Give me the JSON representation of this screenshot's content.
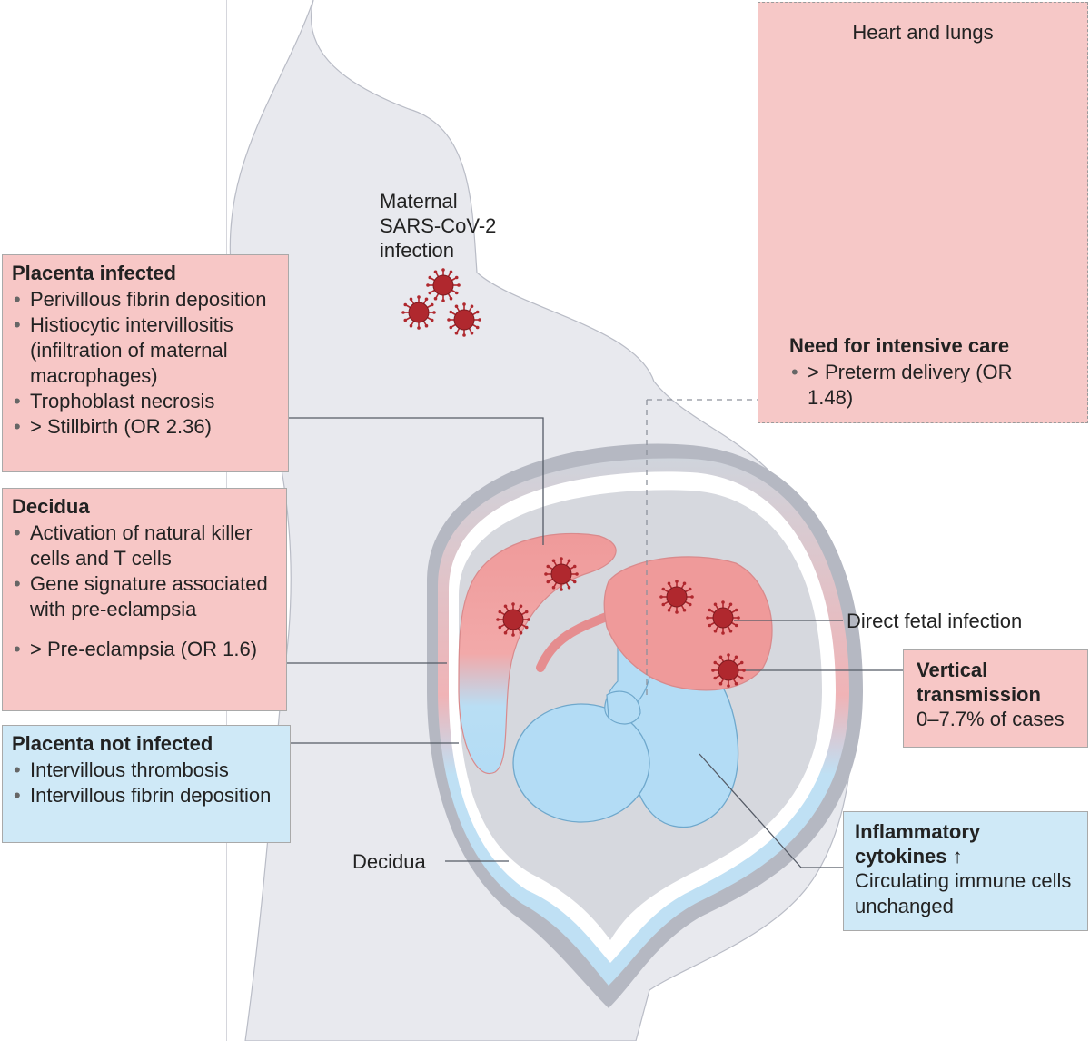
{
  "maternal_label": [
    "Maternal",
    "SARS-CoV-2",
    "infection"
  ],
  "heart_box": {
    "title": "Heart and lungs",
    "heading": "Need for intensive care",
    "items": [
      "> Preterm delivery (OR 1.48)"
    ]
  },
  "placenta_infected": {
    "heading": "Placenta infected",
    "items": [
      "Perivillous fibrin deposition",
      "Histiocytic intervillositis (infiltration of maternal macrophages)",
      "Trophoblast necrosis",
      "> Stillbirth (OR 2.36)"
    ]
  },
  "decidua_box": {
    "heading": "Decidua",
    "items": [
      "Activation of natural killer cells and T cells",
      "Gene signature associated with pre-eclampsia",
      "> Pre-eclampsia (OR 1.6)"
    ]
  },
  "placenta_not_infected": {
    "heading": "Placenta not infected",
    "items": [
      "Intervillous thrombosis",
      "Intervillous fibrin deposition"
    ]
  },
  "direct_fetal_infection": "Direct fetal infection",
  "vertical_transmission": {
    "heading": "Vertical transmission",
    "text": "0–7.7% of cases"
  },
  "cytokines": {
    "heading": "Inflammatory cytokines ↑",
    "text": "Circulating immune cells unchanged"
  },
  "decidua_label": "Decidua",
  "colors": {
    "body": "#e8e8ec",
    "pink_box": "#f7c7c6",
    "blue_box": "#cfe9f7",
    "virus": "#b0282e",
    "placenta": "#ef9a9a",
    "fetus": "#b3dcf5"
  }
}
